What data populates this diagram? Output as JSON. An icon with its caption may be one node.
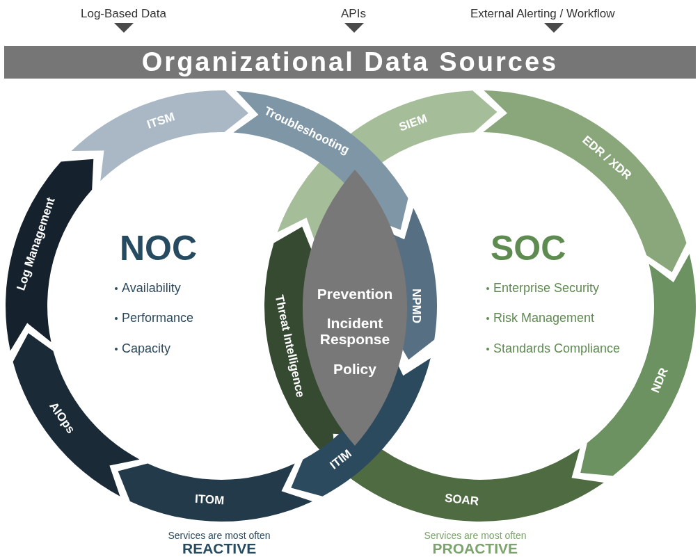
{
  "diagram": {
    "title": "Organizational Data Sources",
    "nodes": [
      {
        "text": [
          "ITSM"
        ]
      },
      {
        "text": [
          "Troubleshooting"
        ]
      },
      {
        "text": [
          "SIEM"
        ]
      },
      {
        "text": [
          "EDR / XDR"
        ]
      },
      {
        "text": [
          "Log Management"
        ]
      },
      {
        "text": [
          "NPMD"
        ]
      },
      {
        "text": [
          "Threat Intelligence"
        ]
      },
      {
        "text": [
          "NDR"
        ]
      },
      {
        "text": [
          "AIOps"
        ]
      },
      {
        "text": [
          "ITIM"
        ]
      },
      {
        "text": [
          "ITOM"
        ]
      },
      {
        "text": [
          "SOAR"
        ]
      },
      {
        "text": [
          "Prevention",
          "Incident Response",
          "Policy"
        ]
      }
    ],
    "edges": [],
    "labels": [
      "Log-Based Data",
      "APIs",
      "External Alerting / Workflow",
      "NOC",
      "SOC",
      "Availability",
      "Enterprise Security",
      "Performance",
      "Risk Management",
      "Capacity",
      "Standards Compliance",
      "Services are most often",
      "REACTIVE",
      "Services are most often",
      "PROACTIVE"
    ]
  }
}
